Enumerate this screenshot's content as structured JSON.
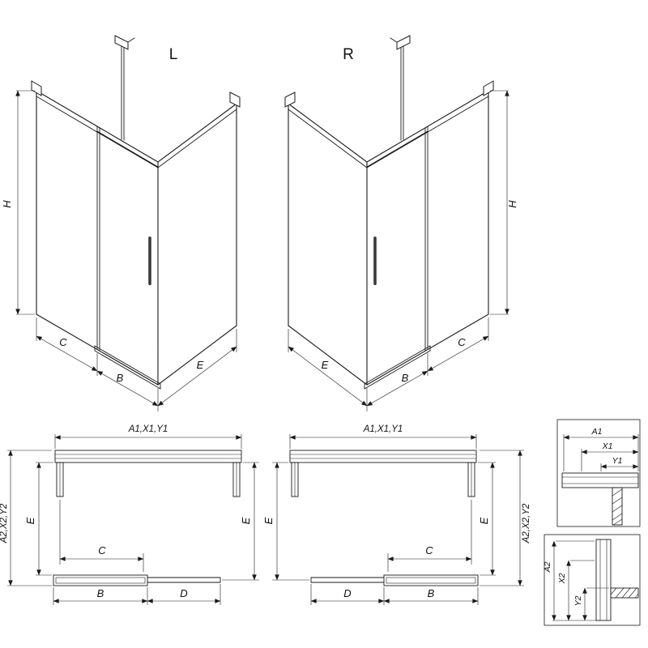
{
  "iso_left": {
    "label": "L",
    "dim_h": "H",
    "dim_c": "C",
    "dim_b": "B",
    "dim_e": "E"
  },
  "iso_right": {
    "label": "R",
    "dim_h": "H",
    "dim_c": "C",
    "dim_b": "B",
    "dim_e": "E"
  },
  "plan_left": {
    "dim_top": "A1,X1,Y1",
    "dim_outer": "A2,X2,Y2",
    "dim_e_left": "E",
    "dim_e_right": "E",
    "dim_c": "C",
    "dim_b": "B",
    "dim_d": "D"
  },
  "plan_right": {
    "dim_top": "A1,X1,Y1",
    "dim_outer": "A2,X2,Y2",
    "dim_e_left": "E",
    "dim_e_right": "E",
    "dim_c": "C",
    "dim_b": "B",
    "dim_d": "D"
  },
  "detail_top": {
    "dim_a1": "A1",
    "dim_x1": "X1",
    "dim_y1": "Y1"
  },
  "detail_bottom": {
    "dim_a2": "A2",
    "dim_x2": "X2",
    "dim_y2": "Y2"
  },
  "colors": {
    "line": "#1a1a1a",
    "background": "#ffffff",
    "handle": "#3a3a3a"
  }
}
